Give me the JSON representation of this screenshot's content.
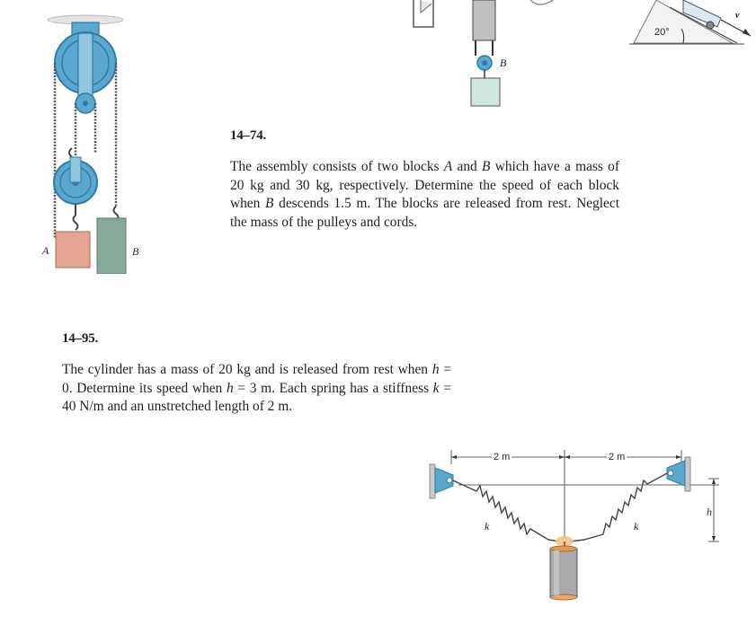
{
  "problem_74": {
    "number": "14–74.",
    "text": {
      "p1": "The assembly consists of two blocks ",
      "var_a": "A",
      "p2": " and ",
      "var_b": "B",
      "p3": " which have a mass of 20 kg and 30 kg, respectively. Determine the speed of each block when ",
      "var_b2": "B",
      "p4": " descends 1.5 m. The blocks are released from rest. Neglect the mass of the pulleys and cords."
    },
    "figure": {
      "label_a": "A",
      "label_b": "B"
    }
  },
  "problem_95": {
    "number": "14–95.",
    "text": {
      "p1": "The cylinder has a mass of 20 kg and is released from rest when ",
      "var_h1": "h",
      "p2": " = 0. Determine its speed when ",
      "var_h2": "h",
      "p3": " = 3 m. Each spring has a stiffness ",
      "var_k": "k",
      "p4": " = 40 N/m and an unstretched length of 2 m."
    },
    "figure": {
      "dim_left": "2 m",
      "dim_right": "2 m",
      "label_k_left": "k",
      "label_k_right": "k",
      "label_h": "h"
    }
  },
  "top_figure": {
    "label_b": "B",
    "angle": "20°",
    "velocity_label": "v"
  },
  "colors": {
    "pulley_blue": "#5ba8cf",
    "pulley_dark": "#2f7aa3",
    "block_a": "#e3a492",
    "block_b": "#86aa97",
    "block_top_b": "#cfe5e0",
    "cylinder": "#a9a9ab",
    "text": "#231f20"
  }
}
